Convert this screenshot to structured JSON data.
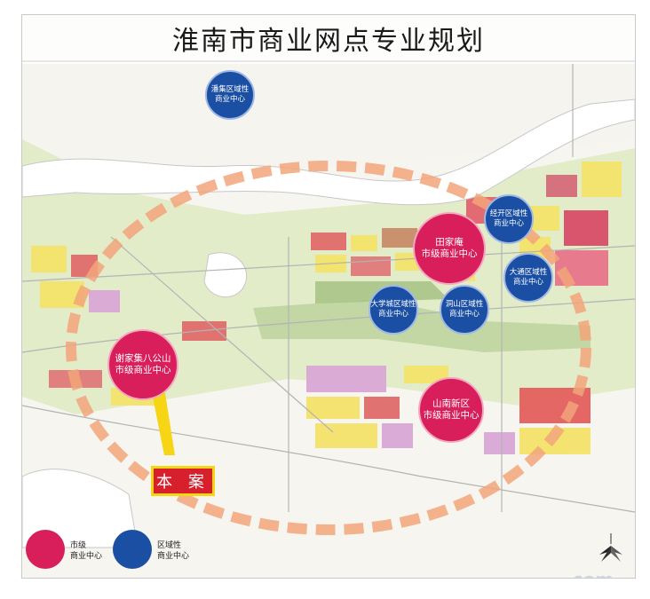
{
  "title": "淮南市商业网点专业规划",
  "centers": {
    "xiejiaji": "谢家集八公山\n市级商业中心",
    "tianjiaan": "田家庵\n市级商业中心",
    "shannan": "山南新区\n市级商业中心",
    "panji": "潘集区域性\n商业中心",
    "jingkai": "经开区域性\n商业中心",
    "datong": "大通区域性\n商业中心",
    "daxuecheng": "大学城区域性\n商业中心",
    "dongshan": "洞山区域性\n商业中心"
  },
  "callout_label": "本 案",
  "legend": {
    "city_label": "市级\n商业中心",
    "district_label": "区域性\n商业中心"
  },
  "colors": {
    "city_center": "#d81e5b",
    "district_center": "#1a4fa3",
    "callout_fill": "#d8202c",
    "callout_border": "#f6d515",
    "dashed_ring": "#f2a57a",
    "river": "#ffffff",
    "land_green": "#dfe9c3"
  },
  "watermark": ".com"
}
